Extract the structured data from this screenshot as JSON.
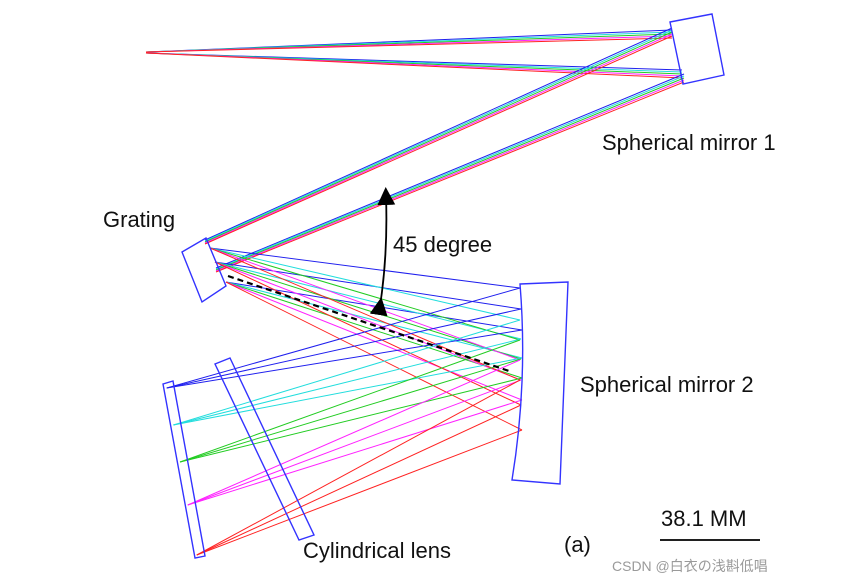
{
  "labels": {
    "mirror1": "Spherical mirror 1",
    "mirror2": "Spherical mirror 2",
    "grating": "Grating",
    "angle": "45 degree",
    "lens": "Cylindrical lens",
    "panel": "(a)",
    "scale": "38.1 MM"
  },
  "watermark": "CSDN @白衣の浅斟低唱",
  "colors": {
    "red": "#ff2222",
    "magenta": "#ff22ff",
    "green": "#22cc22",
    "cyan": "#22dddd",
    "blue": "#1f1fee",
    "outline": "#3333ff",
    "annotation": "#000000"
  },
  "icons": {
    "arrow": "arrowhead"
  }
}
